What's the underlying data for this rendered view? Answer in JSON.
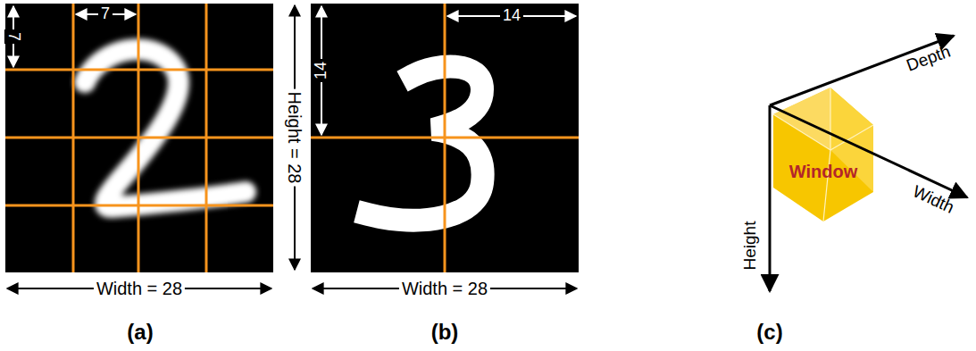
{
  "diagram": {
    "nodes": [
      {
        "text": [
          "Window"
        ]
      }
    ],
    "labels": [
      "7",
      "7",
      "Height = 28",
      "Width = 28",
      "(a)",
      "14",
      "14",
      "Width = 28",
      "(b)",
      "Depth",
      "Width",
      "Height",
      "(c)"
    ]
  }
}
